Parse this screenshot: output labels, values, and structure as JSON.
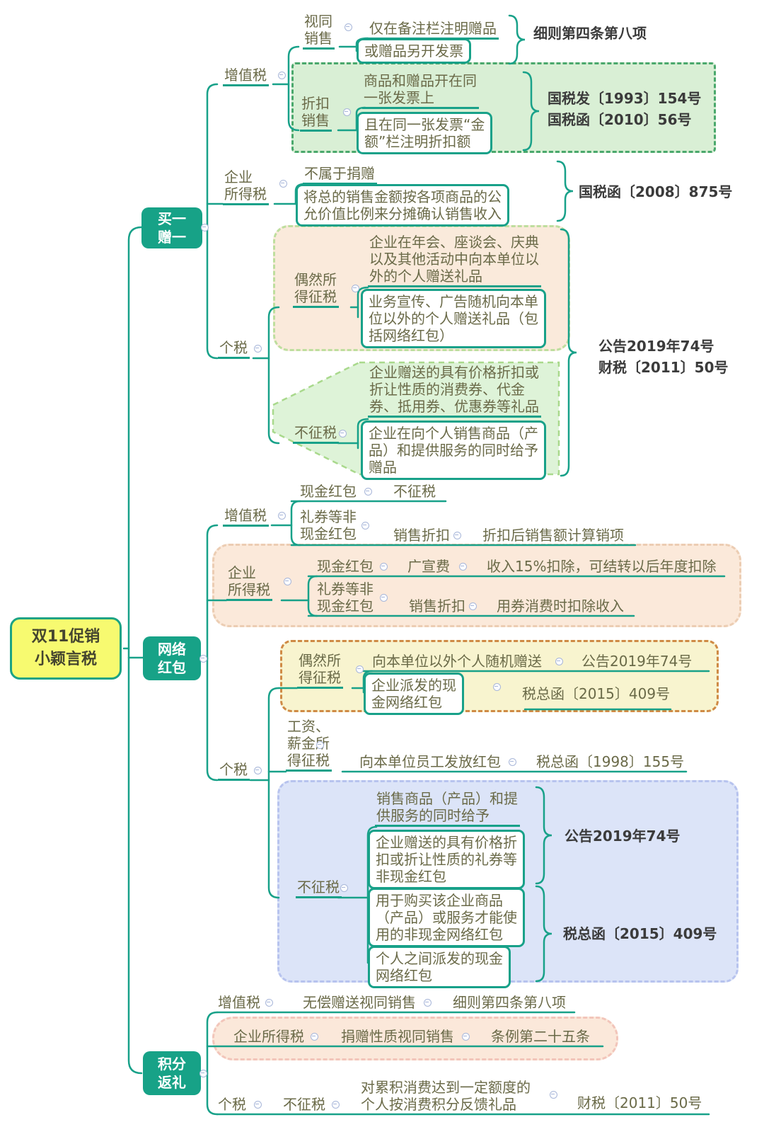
{
  "root": {
    "label": "双11促销\n小颖言税"
  },
  "b1": {
    "label": "买一\n赠一",
    "vat": {
      "label": "增值税"
    },
    "deemed": {
      "label": "视同\n销售",
      "c1": "仅在备注栏注明赠品",
      "c2": "或赠品另开发票",
      "cite": "细则第四条第八项"
    },
    "discount": {
      "label": "折扣\n销售",
      "c1": "商品和赠品开在同\n一张发票上",
      "c2": "且在同一张发票“金\n额”栏注明折扣额",
      "cite1": "国税发〔1993〕154号",
      "cite2": "国税函〔2010〕56号"
    },
    "cit": {
      "label": "企业\n所得税",
      "c1": "不属于捐赠",
      "c2": "将总的销售金额按各项商品的公\n允价值比例来分摊确认销售收入",
      "cite": "国税函〔2008〕875号"
    },
    "iit": {
      "label": "个税",
      "cite1": "公告2019年74号",
      "cite2": "财税〔2011〕50号"
    },
    "incidental": {
      "label": "偶然所\n得征税",
      "c1": "企业在年会、座谈会、庆典\n以及其他活动中向本单位以\n外的个人赠送礼品",
      "c2": "业务宣传、广告随机向本单\n位以外的个人赠送礼品（包\n括网络红包）"
    },
    "nontax": {
      "label": "不征税",
      "c1": "企业赠送的具有价格折扣或\n折让性质的消费券、代金\n券、抵用券、优惠券等礼品",
      "c2": "企业在向个人销售商品（产\n品）和提供服务的同时给予\n赠品"
    }
  },
  "b2": {
    "label": "网络\n红包",
    "vat": {
      "label": "增值税",
      "cash": "现金红包",
      "cash_r": "不征税",
      "voucher": "礼券等非\n现金红包",
      "voucher_m": "销售折扣",
      "voucher_r": "折扣后销售额计算销项"
    },
    "cit": {
      "label": "企业\n所得税",
      "cash": "现金红包",
      "cash_m": "广宣费",
      "cash_r": "收入15%扣除，可结转以后年度扣除",
      "voucher": "礼券等非\n现金红包",
      "voucher_m": "销售折扣",
      "voucher_r": "用券消费时扣除收入"
    },
    "iit": {
      "label": "个税"
    },
    "incidental": {
      "label": "偶然所\n得征税",
      "c1": "向本单位以外个人随机赠送",
      "cite1": "公告2019年74号",
      "c2": "企业派发的现\n金网络红包",
      "cite2": "税总函〔2015〕409号"
    },
    "salary": {
      "label": "工资、\n薪金所\n得征税",
      "c1": "向本单位员工发放红包",
      "cite": "税总函〔1998〕155号"
    },
    "nontax": {
      "label": "不征税",
      "c1": "销售商品（产品）和提\n供服务的同时给予",
      "c2": "企业赠送的具有价格折\n扣或折让性质的礼券等\n非现金红包",
      "cite1": "公告2019年74号",
      "c3": "用于购买该企业商品\n（产品）或服务才能使\n用的非现金网络红包",
      "c4": "个人之间派发的现金\n网络红包",
      "cite2": "税总函〔2015〕409号"
    }
  },
  "b3": {
    "label": "积分\n返礼",
    "vat": {
      "label": "增值税",
      "c1": "无偿赠送视同销售",
      "cite": "细则第四条第八项"
    },
    "cit": {
      "label": "企业所得税",
      "c1": "捐赠性质视同销售",
      "cite": "条例第二十五条"
    },
    "iit": {
      "label": "个税",
      "c1": "不征税",
      "c2": "对累积消费达到一定额度的\n个人按消费积分反馈礼品",
      "cite": "财税〔2011〕50号"
    }
  },
  "icons": {
    "collapse_toggle": "minus-circle"
  },
  "colors": {
    "accent": "#18a189",
    "node_fill": "#17a287",
    "root_fill": "#f7fa70",
    "root_border": "#1ba384"
  }
}
